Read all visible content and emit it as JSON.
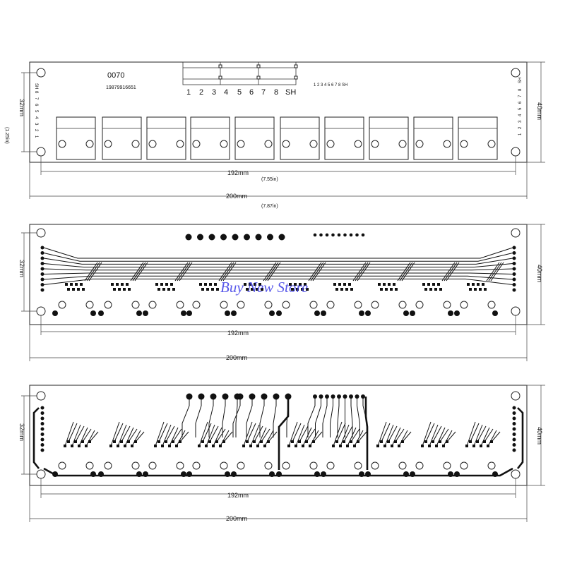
{
  "panels": [
    {
      "id": "top",
      "board_code": "0070",
      "phone_text": "19879916651",
      "dip_labels": [
        "1",
        "2",
        "3",
        "4",
        "5",
        "6",
        "7",
        "8",
        "SH"
      ],
      "small_dip_labels": "1 2 3 4 5 6 7 8 SH",
      "side_pins": [
        "SH",
        "8",
        "7",
        "6",
        "5",
        "4",
        "3",
        "2",
        "1"
      ],
      "left_dim": "32mm",
      "left_dim_inch": "(1.25in)",
      "right_dim": "40mm",
      "inner_dim": "192mm",
      "inner_dim_inch": "(7.55in)",
      "outer_dim": "200mm",
      "outer_dim_inch": "(7.87in)"
    },
    {
      "id": "middle",
      "left_dim": "32mm",
      "right_dim": "40mm",
      "inner_dim": "192mm",
      "outer_dim": "200mm",
      "watermark": "Buy New Store"
    },
    {
      "id": "bottom",
      "left_dim": "32mm",
      "right_dim": "40mm",
      "inner_dim": "192mm",
      "outer_dim": "200mm"
    }
  ],
  "colors": {
    "line": "#222222",
    "watermark": "#3b3be6"
  }
}
